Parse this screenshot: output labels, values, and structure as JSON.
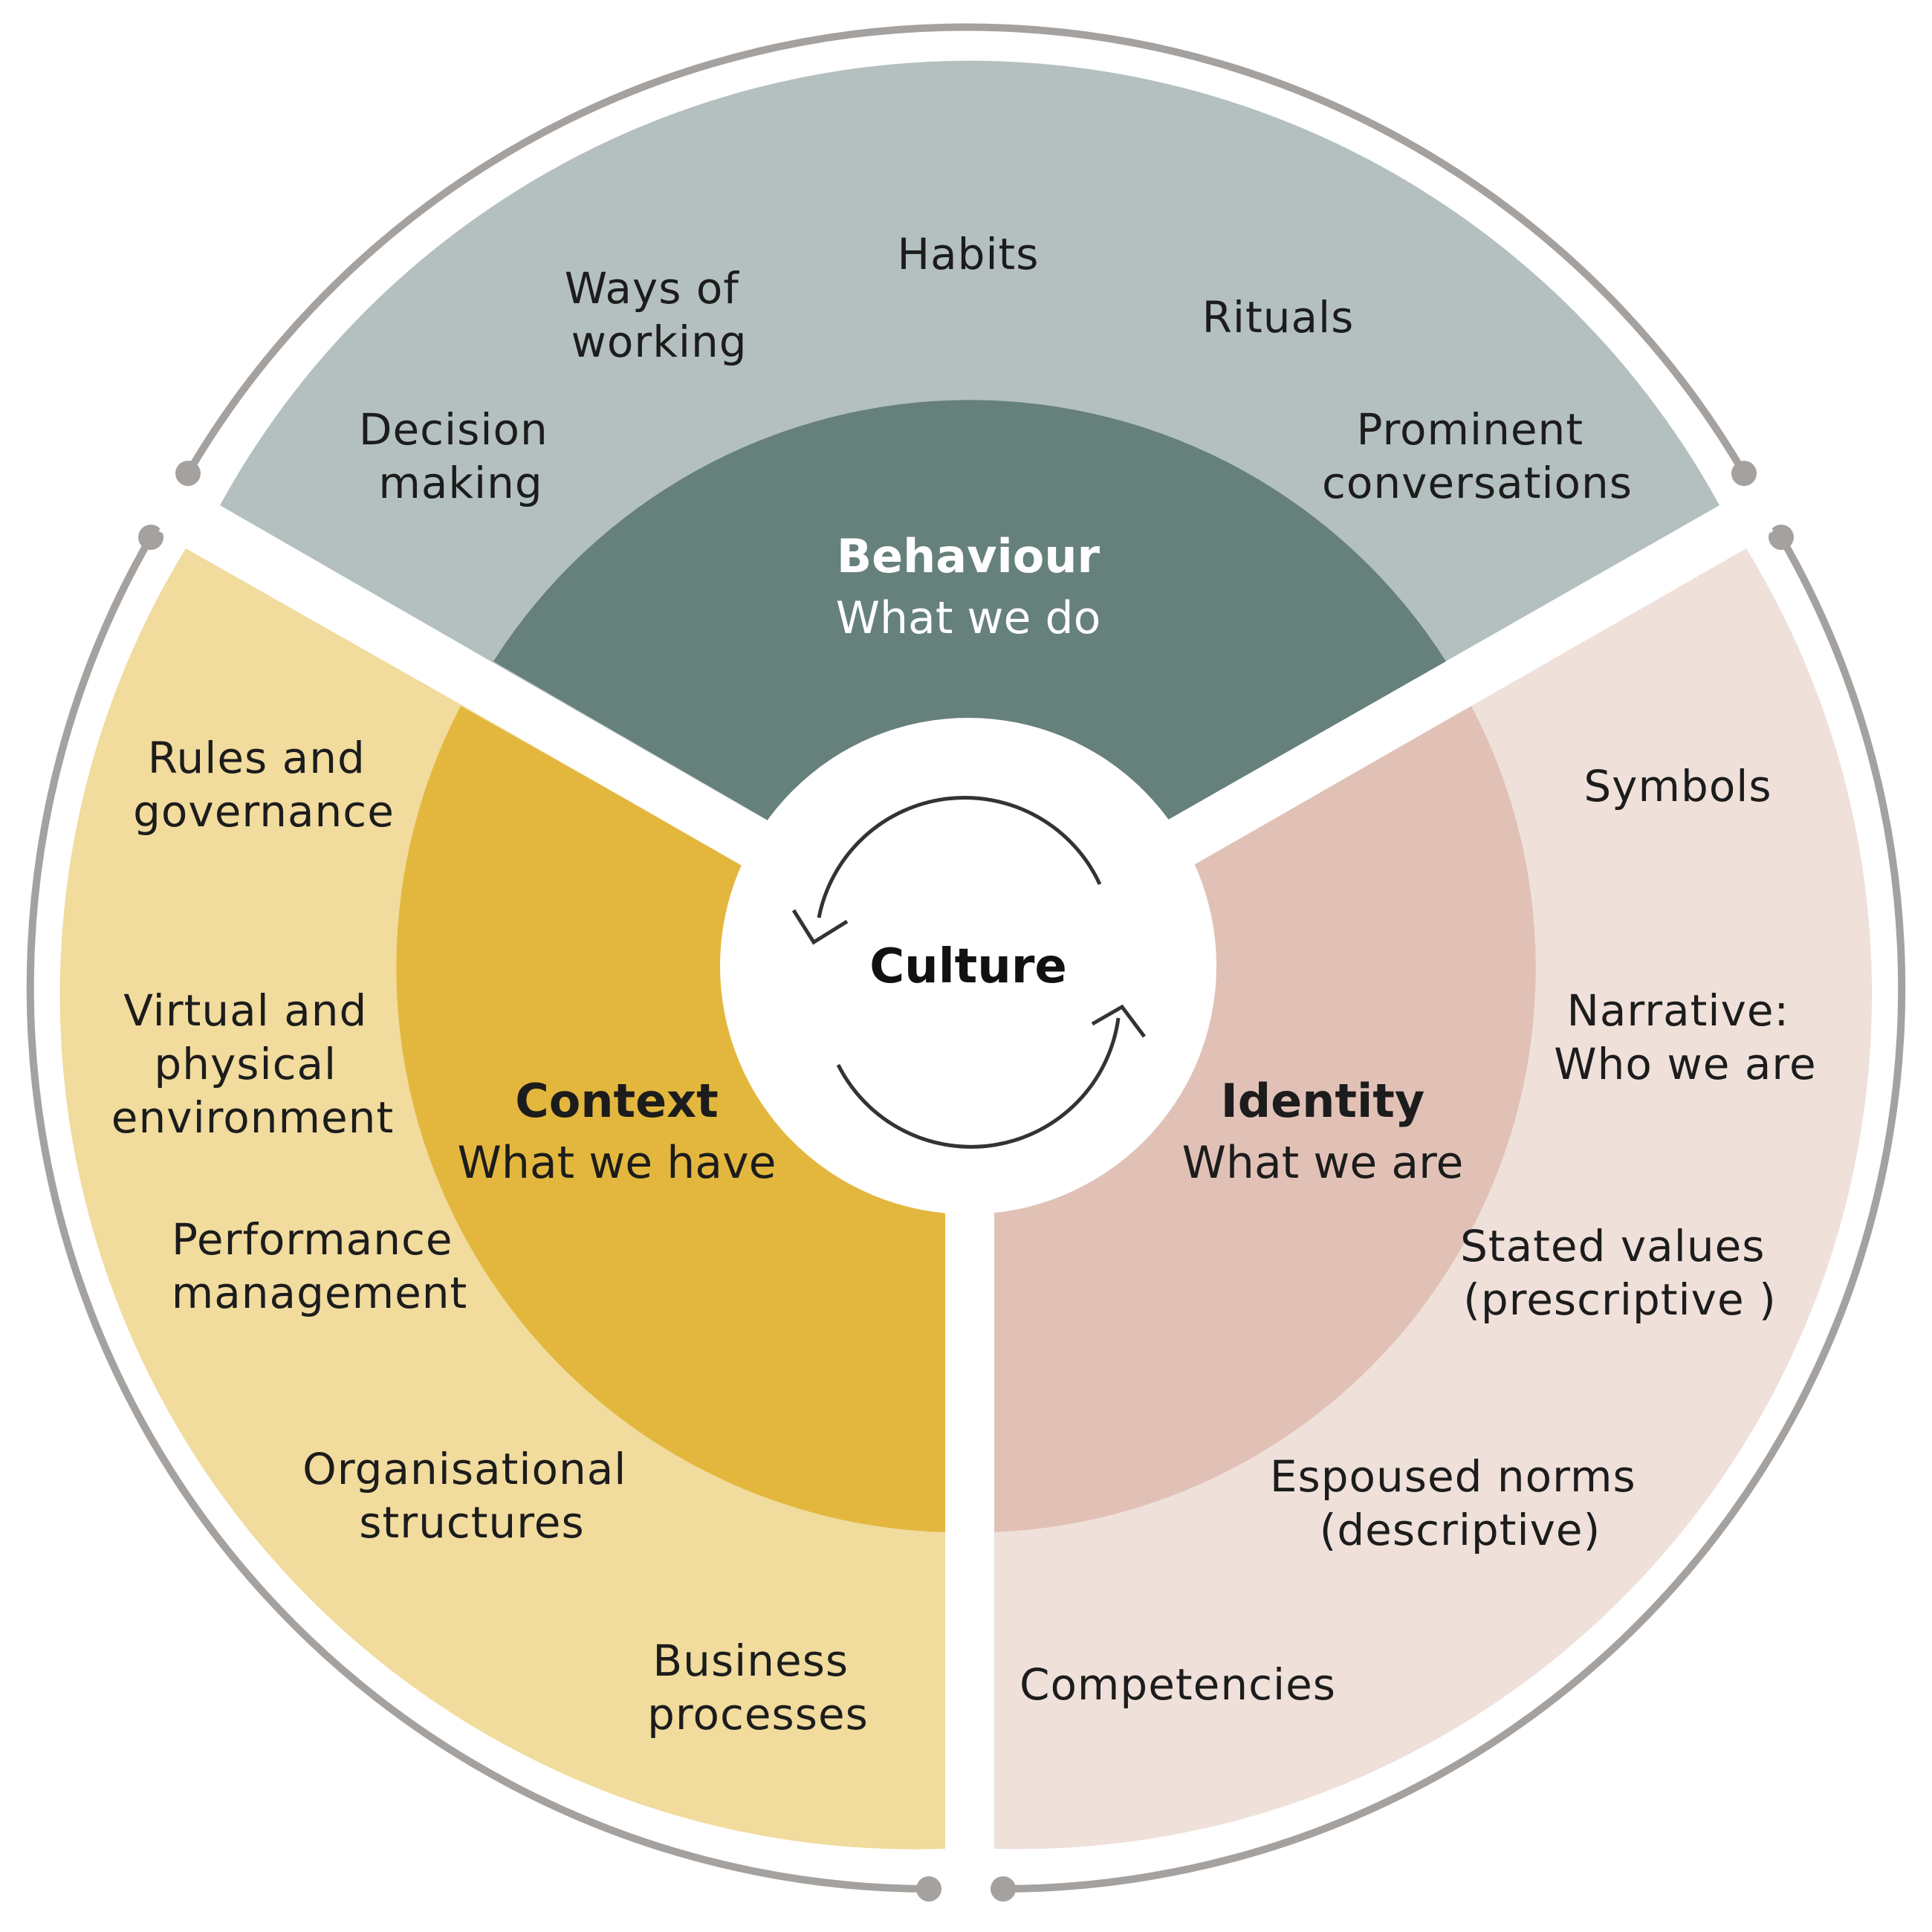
{
  "center": {
    "title": "Culture"
  },
  "sectors": {
    "behaviour": {
      "title": "Behaviour",
      "subtitle": "What we do",
      "items": [
        [
          "Decision",
          "making"
        ],
        [
          "Ways of",
          "working"
        ],
        [
          "Habits"
        ],
        [
          "Rituals"
        ],
        [
          "Prominent",
          "conversations"
        ]
      ]
    },
    "context": {
      "title": "Context",
      "subtitle": "What we have",
      "items": [
        [
          "Rules and",
          "governance"
        ],
        [
          "Virtual and",
          "physical",
          "environment"
        ],
        [
          "Performance",
          "management"
        ],
        [
          "Organisational",
          "structures"
        ],
        [
          "Business",
          "processes"
        ]
      ]
    },
    "identity": {
      "title": "Identity",
      "subtitle": "What we are",
      "items": [
        [
          "Symbols"
        ],
        [
          "Narrative:",
          "Who we are"
        ],
        [
          "Stated values",
          "(prescriptive )"
        ],
        [
          "Espoused norms",
          "(descriptive)"
        ],
        [
          "Competencies"
        ]
      ]
    }
  },
  "colors": {
    "behaviour_outer": "#b3c0bf",
    "behaviour_inner": "#66807c",
    "context_outer": "#f1db9d",
    "context_inner": "#e3b73e",
    "identity_outer": "#efe0da",
    "identity_inner": "#e1c1b6",
    "ring": "#a4a19f",
    "arrow": "#333333"
  }
}
